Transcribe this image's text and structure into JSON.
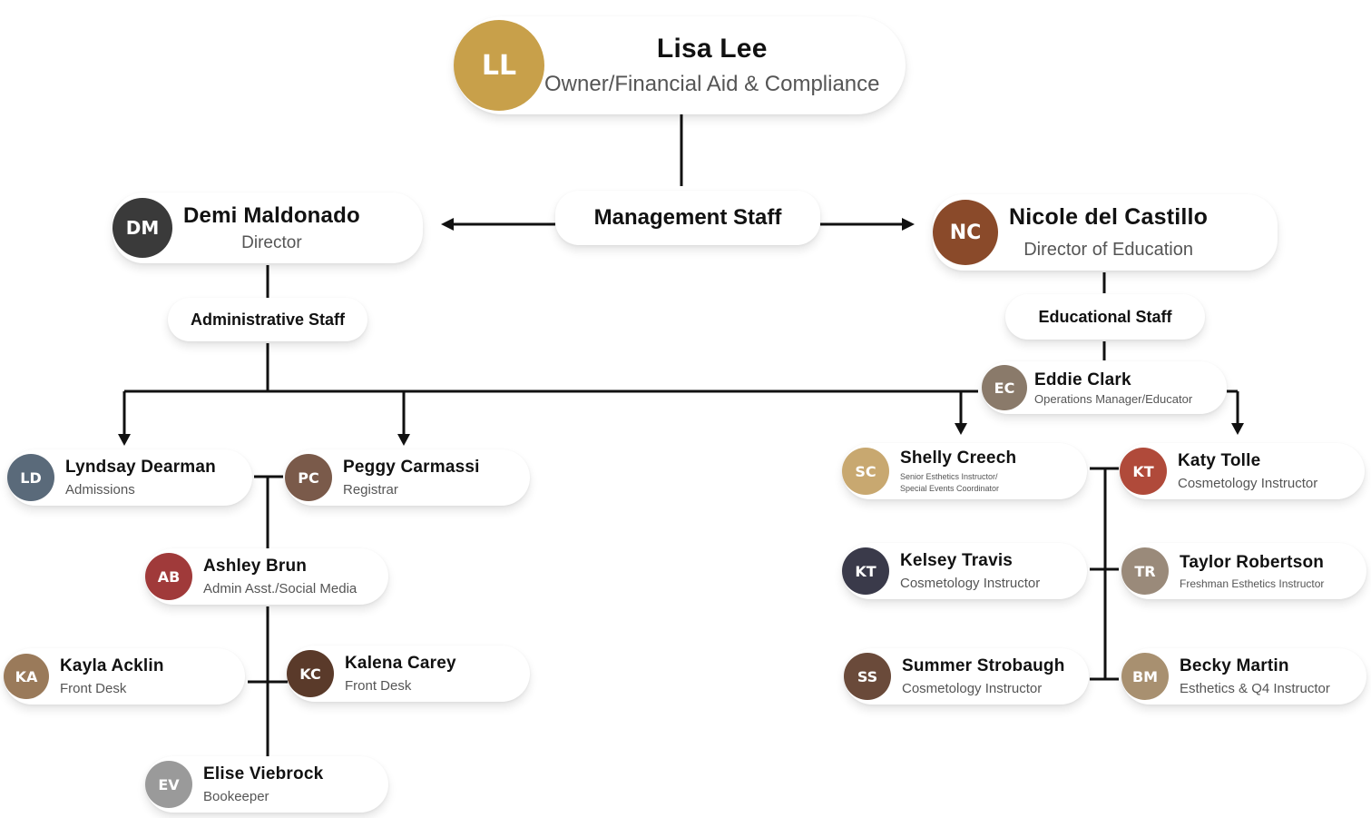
{
  "people": {
    "lisa": {
      "name": "Lisa Lee",
      "role": "Owner/Financial Aid & Compliance",
      "initials": "LL",
      "color": "#c8a04a"
    },
    "demi": {
      "name": "Demi Maldonado",
      "role": "Director",
      "initials": "DM",
      "color": "#3a3a3a"
    },
    "nicole": {
      "name": "Nicole del Castillo",
      "role": "Director of Education",
      "initials": "NC",
      "color": "#8a4a2a"
    },
    "eddie": {
      "name": "Eddie Clark",
      "role": "Operations Manager/Educator",
      "initials": "EC",
      "color": "#8a7a6a"
    },
    "lyndsay": {
      "name": "Lyndsay Dearman",
      "role": "Admissions",
      "initials": "LD",
      "color": "#5a6a7a"
    },
    "peggy": {
      "name": "Peggy Carmassi",
      "role": "Registrar",
      "initials": "PC",
      "color": "#7a5a4a"
    },
    "ashley": {
      "name": "Ashley Brun",
      "role": "Admin Asst./Social Media",
      "initials": "AB",
      "color": "#a03a3a"
    },
    "kayla": {
      "name": "Kayla Acklin",
      "role": "Front Desk",
      "initials": "KA",
      "color": "#9a7a5a"
    },
    "kalena": {
      "name": "Kalena Carey",
      "role": "Front Desk",
      "initials": "KC",
      "color": "#5a3a2a"
    },
    "elise": {
      "name": "Elise Viebrock",
      "role": "Bookeeper",
      "initials": "EV",
      "color": "#9a9a9a"
    },
    "shelly": {
      "name": "Shelly Creech",
      "role": "Senior Esthetics Instructor/\nSpecial Events Coordinator",
      "initials": "SC",
      "color": "#c8a870"
    },
    "katy": {
      "name": "Katy Tolle",
      "role": "Cosmetology Instructor",
      "initials": "KT",
      "color": "#b04a3a"
    },
    "kelsey": {
      "name": "Kelsey Travis",
      "role": "Cosmetology Instructor",
      "initials": "KT",
      "color": "#3a3a4a"
    },
    "taylor": {
      "name": "Taylor Robertson",
      "role": "Freshman Esthetics Instructor",
      "initials": "TR",
      "color": "#9a8a7a"
    },
    "summer": {
      "name": "Summer Strobaugh",
      "role": "Cosmetology Instructor",
      "initials": "SS",
      "color": "#6a4a3a"
    },
    "becky": {
      "name": "Becky Martin",
      "role": "Esthetics & Q4 Instructor",
      "initials": "BM",
      "color": "#a89070"
    }
  },
  "groups": {
    "management": "Management Staff",
    "administrative": "Administrative Staff",
    "educational": "Educational Staff"
  }
}
